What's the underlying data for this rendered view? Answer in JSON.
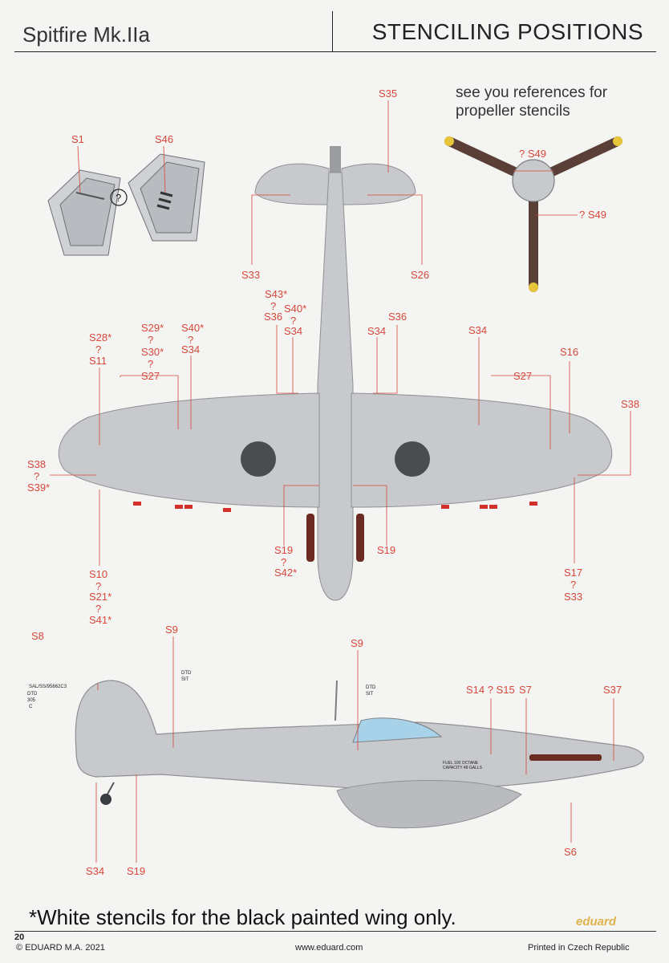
{
  "header": {
    "title_left": "Spitfire Mk.IIa",
    "title_right": "STENCILING POSITIONS"
  },
  "propeller_note": "see you references for propeller stencils",
  "labels": {
    "s1": "S1",
    "s46": "S46",
    "q": "?",
    "s35": "S35",
    "s33_top": "S33",
    "s26": "S26",
    "s49a": "? S49",
    "s49b": "? S49",
    "s43": "S43*",
    "q2": "?",
    "s36a": "S36",
    "s40b": "S40*",
    "q3": "?",
    "s34a": "S34",
    "s36b": "S36",
    "s34b": "S34",
    "s34c": "S34",
    "s28": "S28*",
    "q4": "?",
    "s11": "S11",
    "s29": "S29*",
    "q5": "?",
    "s30": "S30*",
    "q6": "?",
    "s27a": "S27",
    "s40a": "S40*",
    "q7": "?",
    "s34d": "S34",
    "s27b": "S27",
    "s16": "S16",
    "s38a": "S38",
    "s38b": "S38",
    "q8": "?",
    "s39": "S39*",
    "s19a": "S19",
    "q9": "?",
    "s42": "S42*",
    "s19b": "S19",
    "s10": "S10",
    "q10": "?",
    "s21": "S21*",
    "q11": "?",
    "s41": "S41*",
    "s17": "S17",
    "q12": "?",
    "s33b": "S33",
    "s8": "S8",
    "s9a": "S9",
    "s9b": "S9",
    "s14": "S14 ? S15",
    "s7": "S7",
    "s37": "S37",
    "s6": "S6",
    "s34e": "S34",
    "s19c": "S19"
  },
  "stencil_text": {
    "dtd": "DTD",
    "sit": "SIT",
    "num_305": "305",
    "c": "C",
    "serial": "SAL/SS/95662C3",
    "fuel": "FUEL 100 OCTANE",
    "capacity": "CAPACITY 48 GALLS"
  },
  "footer": {
    "asterisk_note": "*White stencils for the black painted wing only.",
    "page_number": "20",
    "copyright": "© EDUARD M.A. 2021",
    "website": "www.eduard.com",
    "printed": "Printed in Czech Republic",
    "brand": "eduard"
  },
  "colors": {
    "label_red": "#d8473a",
    "aircraft_grey": "#c7c9cc",
    "panel_line": "#8e9094",
    "propeller_brown": "#5a3f37",
    "prop_tip_yellow": "#e7c63c",
    "exhaust_maroon": "#6b2a22",
    "canopy_blue": "#a8d2ea",
    "wing_red_mark": "#d4302b"
  }
}
